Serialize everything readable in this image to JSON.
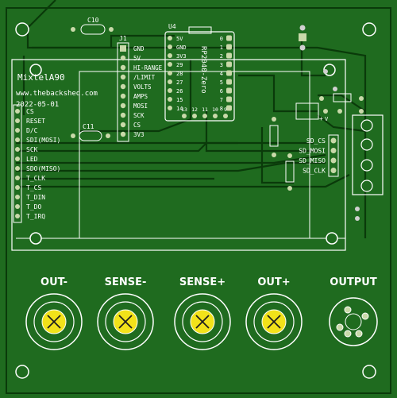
{
  "board": {
    "colors": {
      "board": "#1f6b1f",
      "copper": "#3a9a3a",
      "trace": "#0a3a0a",
      "silk": "#ffffff",
      "pad": "#c9d9a9",
      "via": "#d0d0d0"
    },
    "header": {
      "line1": "MixtelA90",
      "line2": "www.thebackshed.com",
      "line3": "2022-05-01"
    },
    "lcd_pins": [
      "CS",
      "RESET",
      "D/C",
      "SDI(MOSI)",
      "SCK",
      "LED",
      "SDO(MISO)",
      "T_CLK",
      "T_CS",
      "T_DIN",
      "T_DO",
      "T_IRQ"
    ],
    "j1": {
      "ref": "J1",
      "pins": [
        "GND",
        "5V",
        "HI-RANGE",
        "/LIMIT",
        "VOLTS",
        "AMPS",
        "MOSI",
        "SCK",
        "CS",
        "3V3"
      ]
    },
    "u4": {
      "ref": "U4",
      "name": "RP2040-Zero",
      "left_pins": [
        "5V",
        "GND",
        "3V3",
        "29",
        "28",
        "27",
        "26",
        "15",
        "14"
      ],
      "right_pins": [
        "0",
        "1",
        "2",
        "3",
        "4",
        "5",
        "6",
        "7",
        "8"
      ],
      "bottom_pins": [
        "13",
        "12",
        "11",
        "10",
        "9"
      ]
    },
    "sd_pins": [
      "SD_CS",
      "SD_MOSI",
      "SD_MISO",
      "SD_CLK"
    ],
    "caps": {
      "c10": "C10",
      "c11": "C11"
    },
    "misc": {
      "plus_mark": "+",
      "v_mark": "V"
    },
    "terminals": [
      "OUT-",
      "SENSE-",
      "SENSE+",
      "OUT+"
    ],
    "output_label": "OUTPUT"
  }
}
